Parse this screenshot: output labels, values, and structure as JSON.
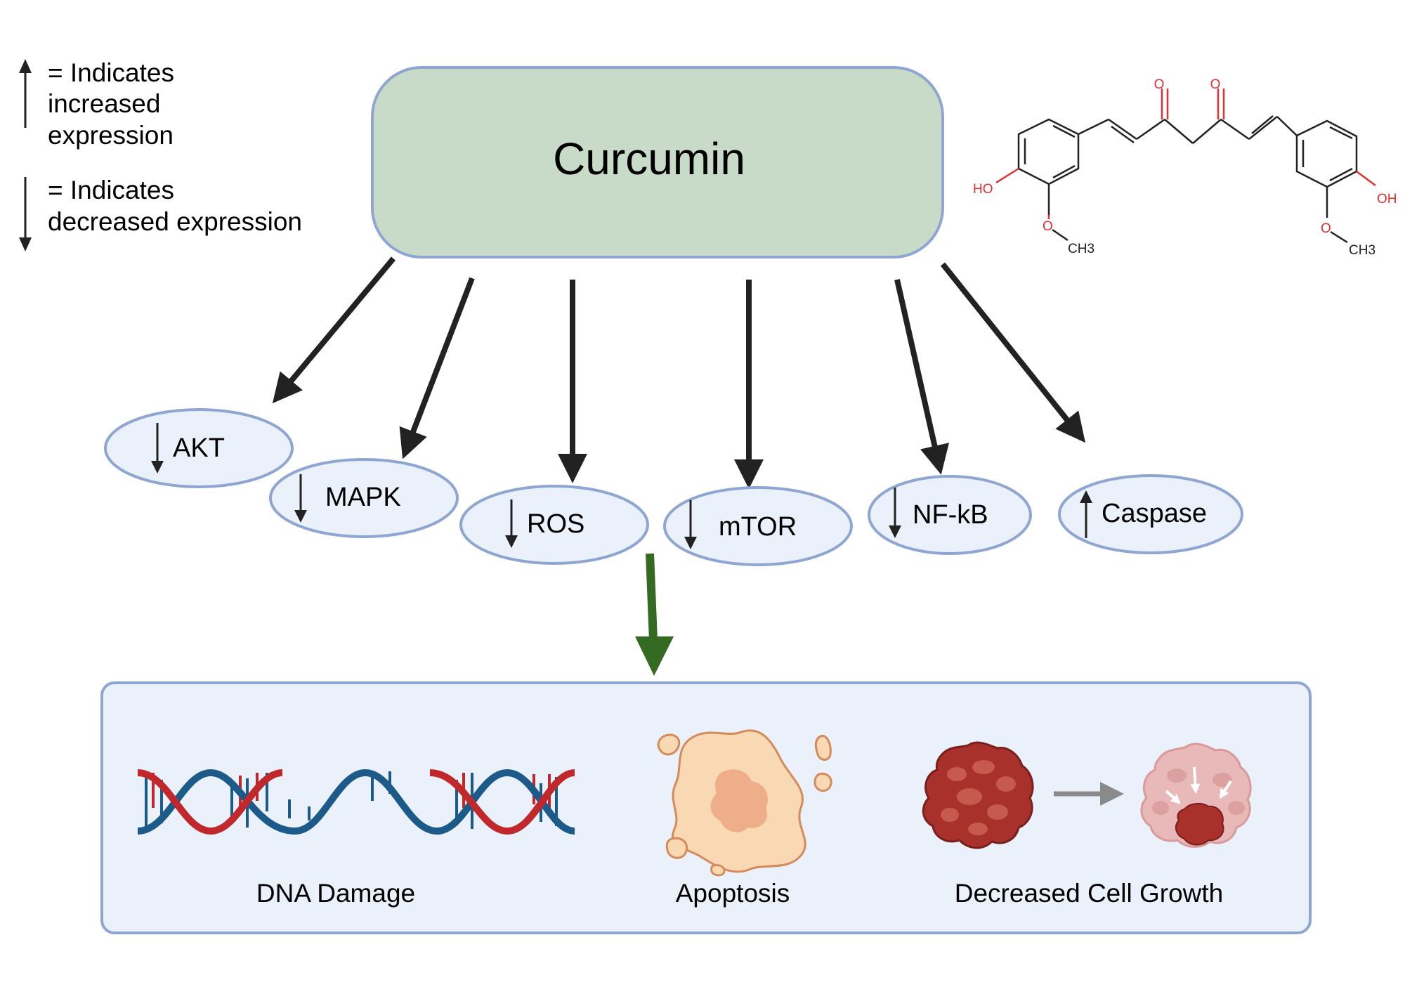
{
  "legend": {
    "increased": {
      "lines": [
        "= Indicates",
        "increased",
        "expression"
      ],
      "direction": "up"
    },
    "decreased": {
      "lines": [
        "= Indicates",
        "decreased expression"
      ],
      "direction": "down"
    }
  },
  "central": {
    "label": "Curcumin",
    "fill": "#c7dbc8",
    "stroke": "#8fa6d2"
  },
  "molecule": {
    "labels": {
      "ho": "HO",
      "oh": "OH",
      "o_left": "O",
      "o_right": "O",
      "o_top_left": "O",
      "o_top_right": "O",
      "ch3_left": "CH3",
      "ch3_right": "CH3"
    }
  },
  "targets": [
    {
      "name": "AKT",
      "effect": "decreased"
    },
    {
      "name": "MAPK",
      "effect": "decreased"
    },
    {
      "name": "ROS",
      "effect": "decreased"
    },
    {
      "name": "mTOR",
      "effect": "decreased"
    },
    {
      "name": "NF-kB",
      "effect": "decreased"
    },
    {
      "name": "Caspase",
      "effect": "increased"
    }
  ],
  "outcomes": [
    {
      "label": "DNA Damage",
      "icon": "dna-helix-icon"
    },
    {
      "label": "Apoptosis",
      "icon": "apoptotic-cell-icon"
    },
    {
      "label": "Decreased Cell Growth",
      "icon": "tumor-shrinking-icon"
    }
  ],
  "colors": {
    "ellipse_fill": "#eaf1fb",
    "ellipse_stroke": "#8fa6d2",
    "outcome_box_fill": "#eaf1fb",
    "arrow": "#222222",
    "result_arrow": "#356a23",
    "dna_red": "#c0282c",
    "dna_blue": "#1c5a8a",
    "molecule_red": "#e03030"
  }
}
